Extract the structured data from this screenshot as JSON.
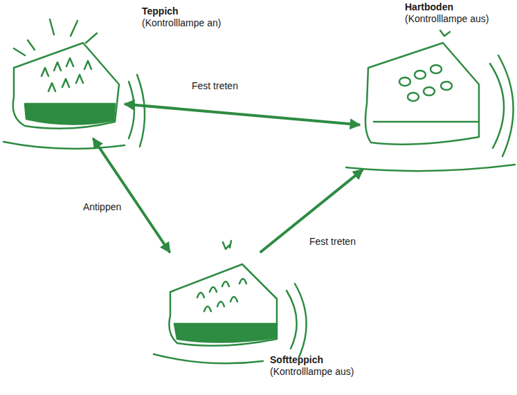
{
  "diagram": {
    "nodes": [
      {
        "text": [
          "Teppich",
          "(Kontrolllampe an)"
        ]
      },
      {
        "text": [
          "Hartboden",
          "(Kontrolllampe aus)"
        ]
      },
      {
        "text": [
          "Softteppich",
          "(Kontrolllampe aus)"
        ]
      }
    ],
    "edges": [
      {
        "from": 0,
        "to": 1,
        "arrow": "both",
        "label": "Fest treten"
      },
      {
        "from": 0,
        "to": 2,
        "arrow": "both",
        "label": "Antippen"
      },
      {
        "from": 2,
        "to": 1,
        "arrow": "to",
        "label": "Fest treten"
      }
    ]
  }
}
